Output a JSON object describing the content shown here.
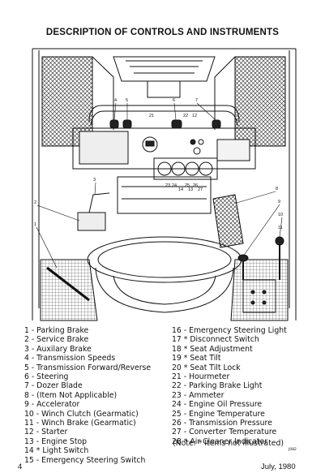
{
  "title": "DESCRIPTION OF CONTROLS  AND INSTRUMENTS",
  "callouts": [
    "1",
    "2",
    "3",
    "4",
    "5",
    "6",
    "7",
    "8",
    "9",
    "10",
    "11",
    "21",
    "22",
    "12",
    "23",
    "14",
    "24",
    "25",
    "13",
    "26",
    "27"
  ],
  "legend_left": [
    "1 - Parking Brake",
    "2 - Service Brake",
    "3 - Auxilary Brake",
    "4 - Transmission Speeds",
    "5 - Transmission Forward/Reverse",
    "6 - Steering",
    "7 - Dozer Blade",
    "8 - (Item Not Applicable)",
    "9 - Accelerator",
    "10 - Winch Clutch (Gearmatic)",
    "11 - Winch Brake (Gearmatic)",
    "12 - Starter",
    "13 - Engine Stop",
    "14 * Light Switch",
    "15 - Emergency Steering Switch"
  ],
  "legend_right": [
    "16 - Emergency Steering Light",
    "17 * Disconnect Switch",
    "18 * Seat Adjustment",
    "19 * Seat Tilt",
    "20 * Seat Tilt Lock",
    "21 - Hourmeter",
    "22 - Parking Brake Light",
    "23 - Ammeter",
    "24 - Engine Oil Pressure",
    "25 - Engine Temperature",
    "26 - Transmission Pressure",
    "27 - Converter Temperature",
    "28 * Air Cleaner Indicator"
  ],
  "note": "(Note: * Items not illustrated)",
  "code": "J082",
  "page_number": "4",
  "date": "July, 1980"
}
